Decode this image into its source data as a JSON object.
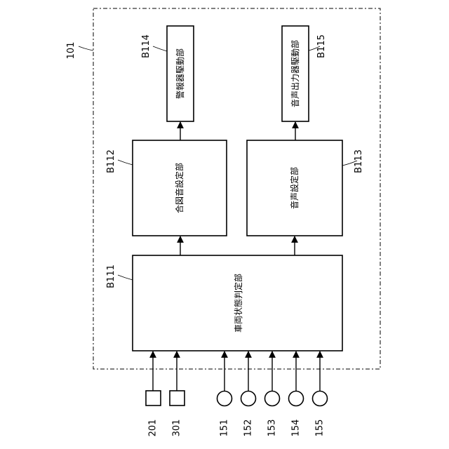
{
  "container": {
    "ref": "101"
  },
  "blocks": {
    "b111": {
      "ref": "B111",
      "label": "車両状態判定部"
    },
    "b112": {
      "ref": "B112",
      "label": "合図音設定部"
    },
    "b113": {
      "ref": "B113",
      "label": "音声設定部"
    },
    "b114": {
      "ref": "B114",
      "label": "警報器駆動部"
    },
    "b115": {
      "ref": "B115",
      "label": "音声出力器駆動部"
    }
  },
  "inputs": {
    "in201": {
      "ref": "201",
      "shape": "square"
    },
    "in301": {
      "ref": "301",
      "shape": "square"
    },
    "in151": {
      "ref": "151",
      "shape": "circle"
    },
    "in152": {
      "ref": "152",
      "shape": "circle"
    },
    "in153": {
      "ref": "153",
      "shape": "circle"
    },
    "in154": {
      "ref": "154",
      "shape": "circle"
    },
    "in155": {
      "ref": "155",
      "shape": "circle"
    }
  }
}
